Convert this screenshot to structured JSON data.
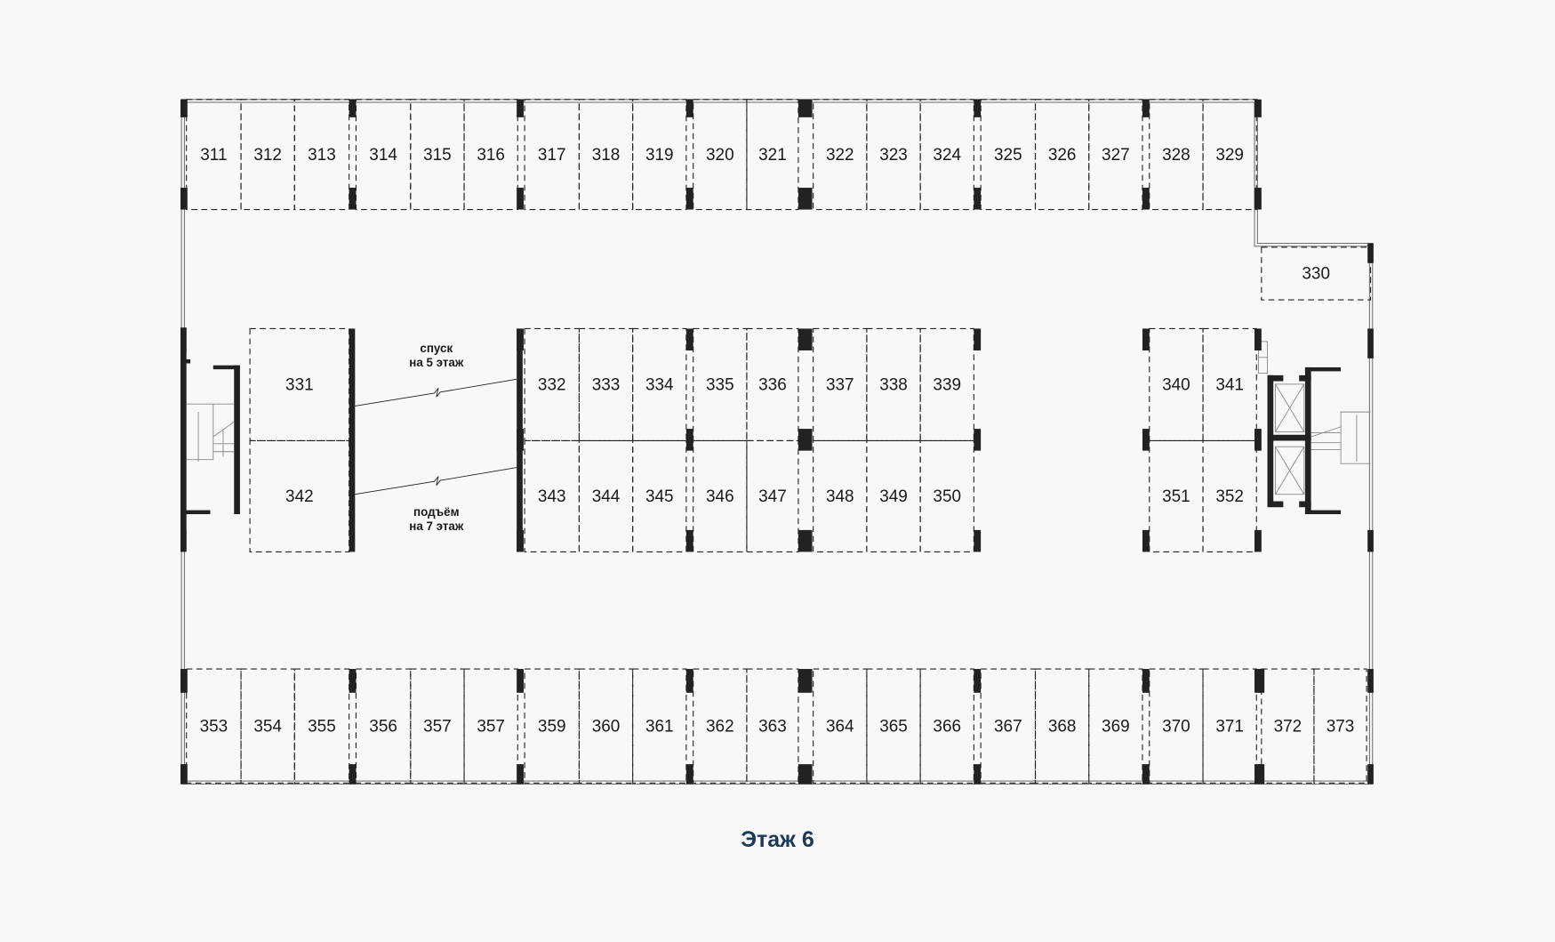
{
  "floor_title": "Этаж 6",
  "ramps": {
    "down": [
      "спуск",
      "на 5 этаж"
    ],
    "up": [
      "подъём",
      "на 7 этаж"
    ]
  },
  "spots": {
    "top_row": [
      "311",
      "312",
      "313",
      "314",
      "315",
      "316",
      "317",
      "318",
      "319",
      "320",
      "321",
      "322",
      "323",
      "324",
      "325",
      "326",
      "327",
      "328",
      "329"
    ],
    "corner": [
      "330"
    ],
    "left_block": [
      "331",
      "342"
    ],
    "center_upper": [
      "332",
      "333",
      "334",
      "335",
      "336",
      "337",
      "338",
      "339"
    ],
    "center_lower": [
      "343",
      "344",
      "345",
      "346",
      "347",
      "348",
      "349",
      "350"
    ],
    "right_block_upper": [
      "340",
      "341"
    ],
    "right_block_lower": [
      "351",
      "352"
    ],
    "bottom_row": [
      "353",
      "354",
      "355",
      "356",
      "357",
      "357",
      "359",
      "360",
      "361",
      "362",
      "363",
      "364",
      "365",
      "366",
      "367",
      "368",
      "369",
      "370",
      "371",
      "372",
      "373"
    ]
  },
  "colors": {
    "title": "#1b3a5a",
    "background": "#f8f8f8",
    "walls": "#222222"
  }
}
